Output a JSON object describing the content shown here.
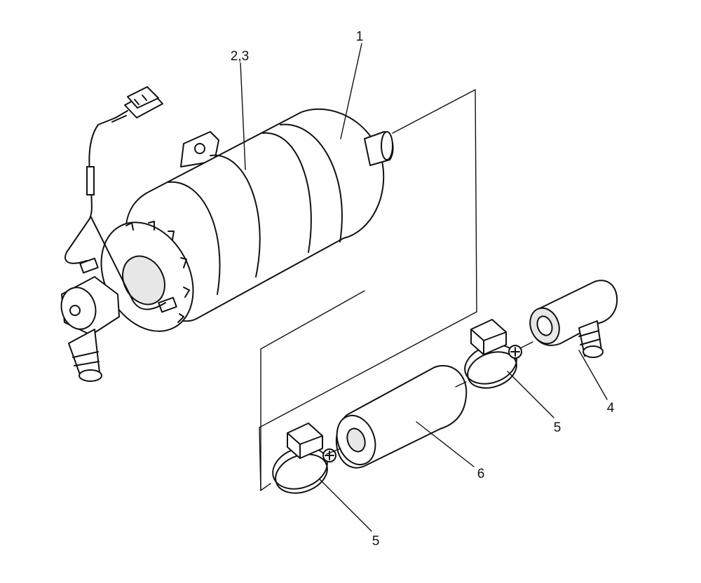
{
  "diagram": {
    "callouts": {
      "part_1": "1",
      "part_2_3": "2,3",
      "part_4": "4",
      "part_5_upper": "5",
      "part_5_lower": "5",
      "part_6": "6"
    }
  }
}
